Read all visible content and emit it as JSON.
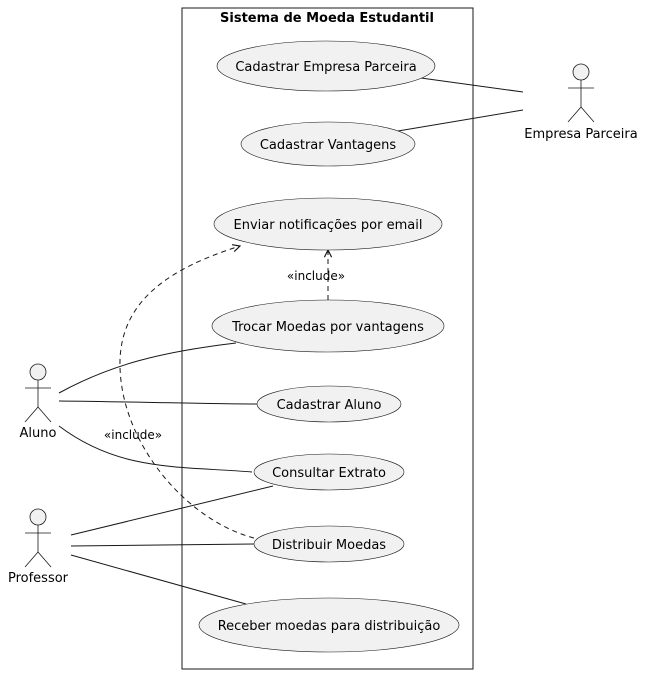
{
  "system": {
    "title": "Sistema de Moeda Estudantil"
  },
  "actors": {
    "empresa": "Empresa Parceira",
    "aluno": "Aluno",
    "professor": "Professor"
  },
  "use_cases": {
    "cadastrar_empresa": "Cadastrar Empresa Parceira",
    "cadastrar_vantagens": "Cadastrar Vantagens",
    "enviar_notificacoes": "Enviar notificações por email",
    "trocar_moedas": "Trocar Moedas por vantagens",
    "cadastrar_aluno": "Cadastrar Aluno",
    "consultar_extrato": "Consultar Extrato",
    "distribuir_moedas": "Distribuir Moedas",
    "receber_moedas": "Receber moedas para distribuição"
  },
  "stereotypes": {
    "include_trocar": "«include»",
    "include_distribuir": "«include»"
  },
  "colors": {
    "use_case_fill": "#f1f1f1",
    "stroke": "#181818",
    "background": "#ffffff"
  }
}
